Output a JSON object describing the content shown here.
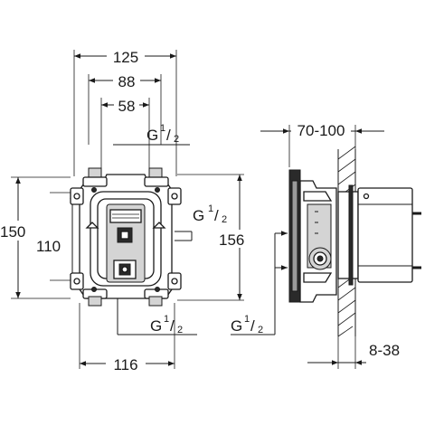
{
  "dimensions": {
    "width_125": "125",
    "width_88": "88",
    "width_58": "58",
    "width_116": "116",
    "height_150": "150",
    "height_110": "110",
    "height_156": "156",
    "depth_70_100": "70-100",
    "depth_8_38": "8-38"
  },
  "threads": {
    "top": {
      "base": "G",
      "num": "1",
      "den": "2"
    },
    "right": {
      "base": "G",
      "num": "1",
      "den": "2"
    },
    "bottom": {
      "base": "G",
      "num": "1",
      "den": "2"
    },
    "side": {
      "base": "G",
      "num": "1",
      "den": "2"
    }
  }
}
